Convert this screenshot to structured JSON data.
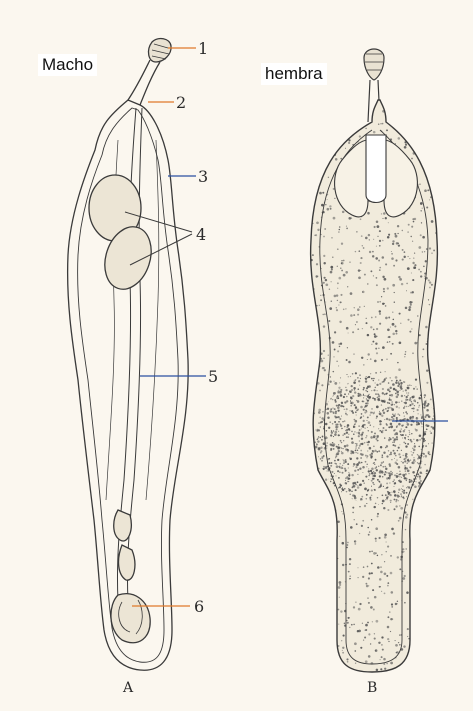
{
  "titles": {
    "left": "Macho",
    "right": "hembra"
  },
  "callouts": [
    "1",
    "2",
    "3",
    "4",
    "5",
    "6"
  ],
  "panel_letters": {
    "left": "A",
    "right": "B"
  },
  "colors": {
    "paper": "#fbf7ef",
    "ink": "#3a3a3a",
    "stipple": "#555555",
    "leader_orange": "#e07a2a",
    "leader_blue": "#2a4fa0"
  }
}
